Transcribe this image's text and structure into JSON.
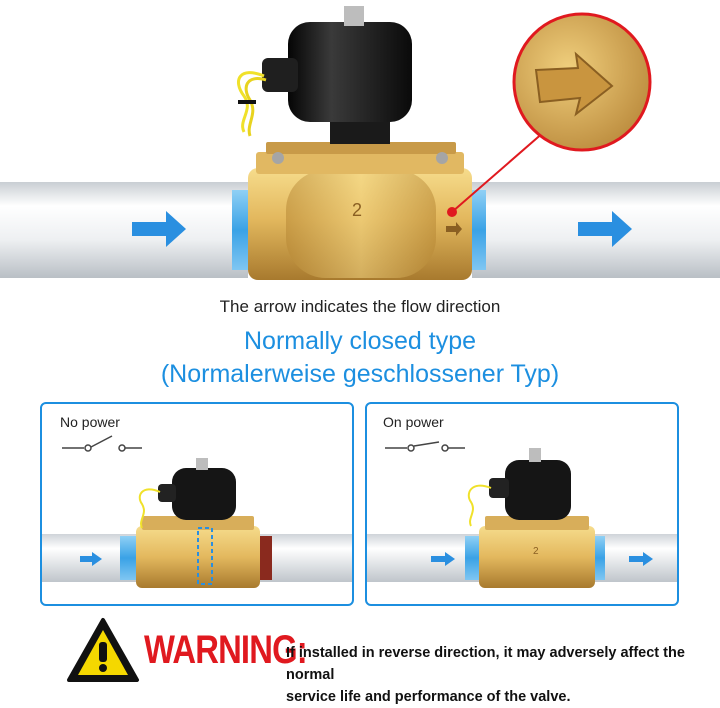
{
  "caption": "The arrow indicates the flow direction",
  "title_line1": "Normally closed type",
  "title_line2": "(Normalerweise geschlossener Typ)",
  "valve_body_number": "2",
  "panels": [
    {
      "label": "No power"
    },
    {
      "label": "On power"
    }
  ],
  "warning": {
    "word": "WARNING:",
    "line1": "If installed in reverse direction, it may adversely affect the normal",
    "line2": "service life and performance of the valve."
  },
  "colors": {
    "accent": "#1c8fe0",
    "warning_red": "#e0191f",
    "brass": "#d9ad55",
    "pipe": "#e9ecef"
  }
}
